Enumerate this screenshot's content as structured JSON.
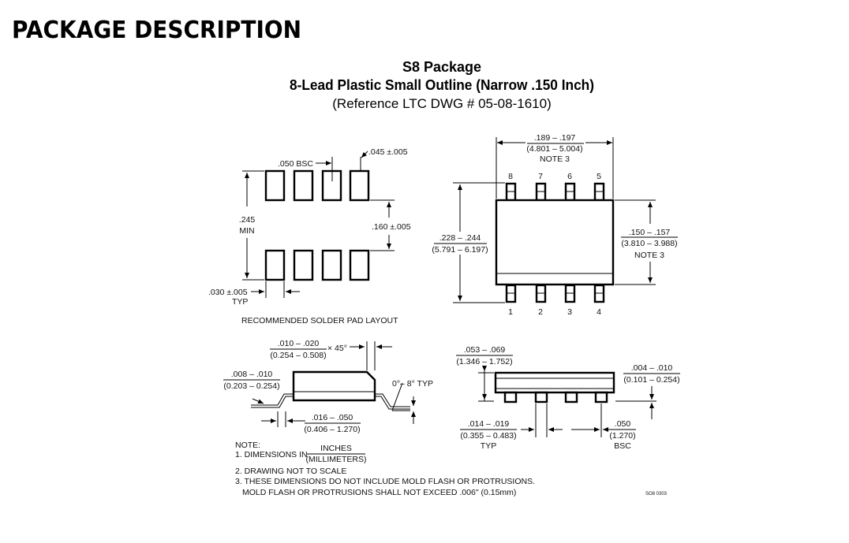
{
  "header": {
    "title": "PACKAGE DESCRIPTION"
  },
  "package": {
    "name": "S8 Package",
    "subtitle": "8-Lead Plastic Small Outline (Narrow .150 Inch)",
    "reference": "(Reference LTC DWG # 05-08-1610)"
  },
  "pad_layout": {
    "pitch": ".050 BSC",
    "pad_width": ".045 ±.005",
    "row_span_in": ".245",
    "row_span_min": "MIN",
    "pad_length": ".160 ±.005",
    "edge_gap": ".030 ±.005",
    "edge_gap_typ": "TYP",
    "caption": "RECOMMENDED SOLDER PAD LAYOUT"
  },
  "top_view": {
    "length_in": ".189 – .197",
    "length_mm": "(4.801 – 5.004)",
    "length_note": "NOTE 3",
    "pins_top": [
      "8",
      "7",
      "6",
      "5"
    ],
    "pins_bottom": [
      "1",
      "2",
      "3",
      "4"
    ],
    "span_in": ".228 – .244",
    "span_mm": "(5.791 – 6.197)",
    "width_in": ".150 – .157",
    "width_mm": "(3.810 – 3.988)",
    "width_note": "NOTE 3"
  },
  "side_view": {
    "chamfer_in": ".010 – .020",
    "chamfer_mm": "(0.254 – 0.508)",
    "chamfer_angle": "× 45°",
    "lead_thick_in": ".008 – .010",
    "lead_thick_mm": "(0.203 – 0.254)",
    "lead_angle": "0°– 8° TYP",
    "foot_in": ".016 – .050",
    "foot_mm": "(0.406 – 1.270)"
  },
  "end_view": {
    "height_in": ".053 – .069",
    "height_mm": "(1.346 – 1.752)",
    "standoff_in": ".004 – .010",
    "standoff_mm": "(0.101 – 0.254)",
    "lead_w_in": ".014 – .019",
    "lead_w_mm": "(0.355 – 0.483)",
    "lead_w_typ": "TYP",
    "pitch_in": ".050",
    "pitch_mm": "(1.270)",
    "pitch_bsc": "BSC"
  },
  "notes": {
    "heading": "NOTE:",
    "n1_prefix": "1. DIMENSIONS IN",
    "n1_num": "INCHES",
    "n1_den": "(MILLIMETERS)",
    "n2": "2. DRAWING NOT TO SCALE",
    "n3a": "3. THESE DIMENSIONS DO NOT INCLUDE MOLD FLASH OR PROTRUSIONS.",
    "n3b": "MOLD FLASH OR PROTRUSIONS SHALL NOT EXCEED .006\" (0.15mm)"
  },
  "drawing_id": "SO8 0303"
}
